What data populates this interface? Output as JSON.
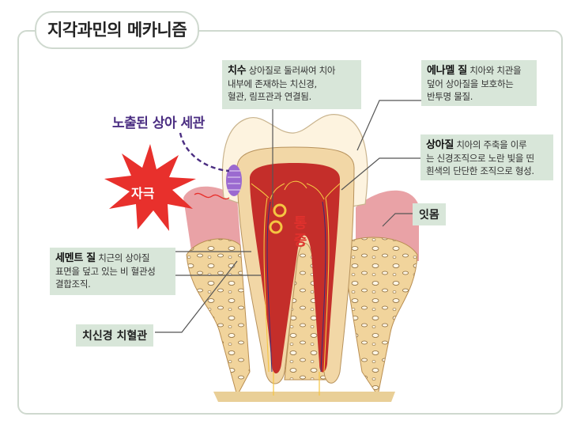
{
  "title": "지각과민의 메카니즘",
  "labels": {
    "exposed_neck": "노출된 상아 세관",
    "stimulus": "자극",
    "pain": "통증",
    "gum": "잇몸",
    "nerve_vessel": "치신경 치혈관"
  },
  "boxes": {
    "pulp": {
      "term": "치수",
      "desc1": " 상아질로 둘러싸여 치아",
      "desc2": "내부에 존재하는 치신경,",
      "desc3": "혈관, 림프관과 연결됨."
    },
    "enamel": {
      "term": "에나멜 질",
      "desc1": " 치아와 치관을",
      "desc2": "덮어 상아질을 보호하는",
      "desc3": "반투명 물질."
    },
    "dentin": {
      "term": "상아질",
      "desc1": " 치아의 주축을 이루",
      "desc2": "는 신경조직으로 노란 빛을 띤",
      "desc3": "흰색의 단단한 조직으로 형성."
    },
    "cementum": {
      "term": "세멘트 질",
      "desc1": " 치근의 상아질",
      "desc2": "표면을 덮고 있는 비 혈관성",
      "desc3": "결합조직."
    }
  },
  "colors": {
    "box_bg": "#d8e6d9",
    "exposed_text": "#4b2e82",
    "pain_text": "#e0312d",
    "star": "#e8302c"
  }
}
